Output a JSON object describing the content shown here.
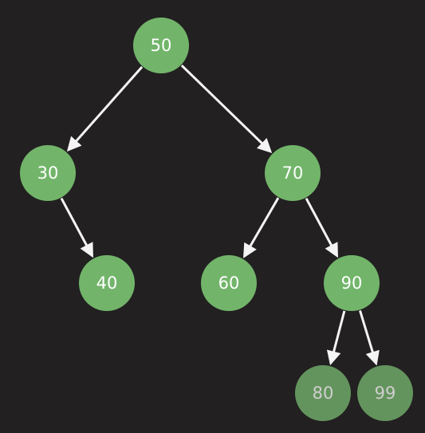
{
  "colors": {
    "background": "#222021",
    "node_fill": "#72b56a",
    "node_fill_faded": "#64945d",
    "edge": "#f4f4f4",
    "label": "#ffffff",
    "label_faded": "#cfcfcf"
  },
  "tree": {
    "nodes": [
      {
        "id": "n50",
        "label": "50"
      },
      {
        "id": "n30",
        "label": "30"
      },
      {
        "id": "n70",
        "label": "70"
      },
      {
        "id": "n40",
        "label": "40"
      },
      {
        "id": "n60",
        "label": "60"
      },
      {
        "id": "n90",
        "label": "90"
      },
      {
        "id": "n80",
        "label": "80",
        "faded": true
      },
      {
        "id": "n99",
        "label": "99",
        "faded": true
      }
    ],
    "edges": [
      {
        "from": "n50",
        "to": "n30"
      },
      {
        "from": "n50",
        "to": "n70"
      },
      {
        "from": "n30",
        "to": "n40"
      },
      {
        "from": "n70",
        "to": "n60"
      },
      {
        "from": "n70",
        "to": "n90"
      },
      {
        "from": "n90",
        "to": "n80"
      },
      {
        "from": "n90",
        "to": "n99"
      }
    ]
  }
}
